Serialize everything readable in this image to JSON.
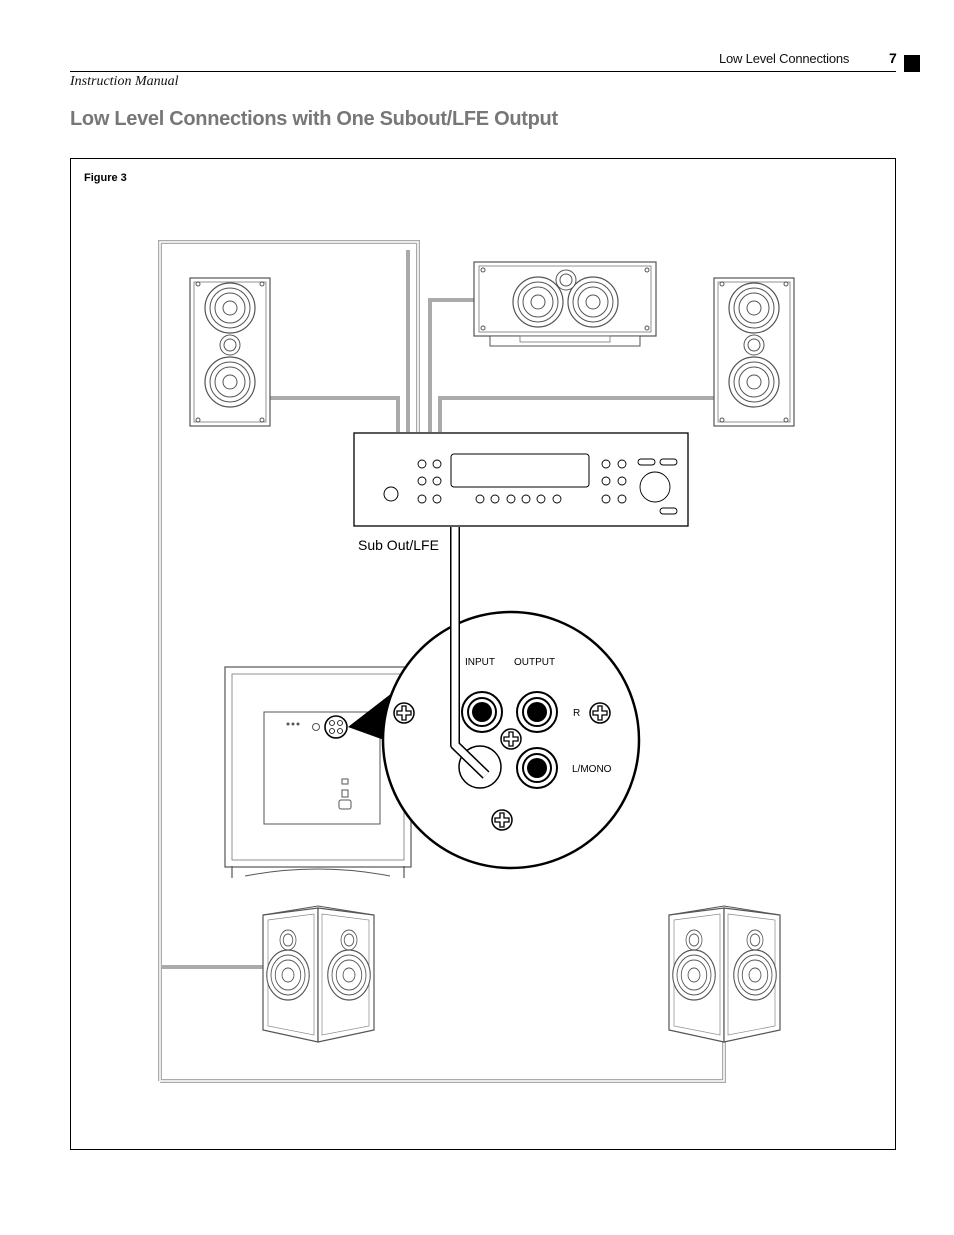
{
  "header": {
    "section": "Low Level Connections",
    "page_number": "7",
    "manual": "Instruction Manual"
  },
  "title": "Low Level Connections with One Subout/LFE Output",
  "figure": {
    "label": "Figure 3",
    "receiver_output_label": "Sub Out/LFE",
    "panel": {
      "input_label": "INPUT",
      "output_label": "OUTPUT",
      "right_label": "R",
      "left_label": "L/MONO"
    }
  }
}
